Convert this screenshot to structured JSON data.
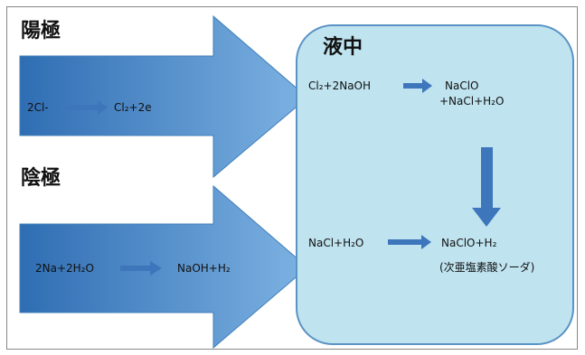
{
  "anode": {
    "title": "陽極",
    "equation_left": "2Cl-",
    "equation_right": "Cl₂+2e"
  },
  "cathode": {
    "title": "陰極",
    "equation_left": "2Na+2H₂O",
    "equation_right": "NaOH+H₂"
  },
  "solution": {
    "title": "液中",
    "reaction1_left": "Cl₂+2NaOH",
    "reaction1_right_line1": "NaClO",
    "reaction1_right_line2": "+NaCl+H₂O",
    "reaction2_left": "NaCl+H₂O",
    "reaction2_right": "NaClO+H₂",
    "reaction2_note": "(次亜塩素酸ソーダ)"
  },
  "colors": {
    "big_arrow": "#5b9bd5",
    "big_arrow_edge": "#3f7fb9",
    "solution_fill": "#bfe3ef",
    "solution_border": "#5a93c5",
    "small_arrow": "#3d76bb"
  }
}
